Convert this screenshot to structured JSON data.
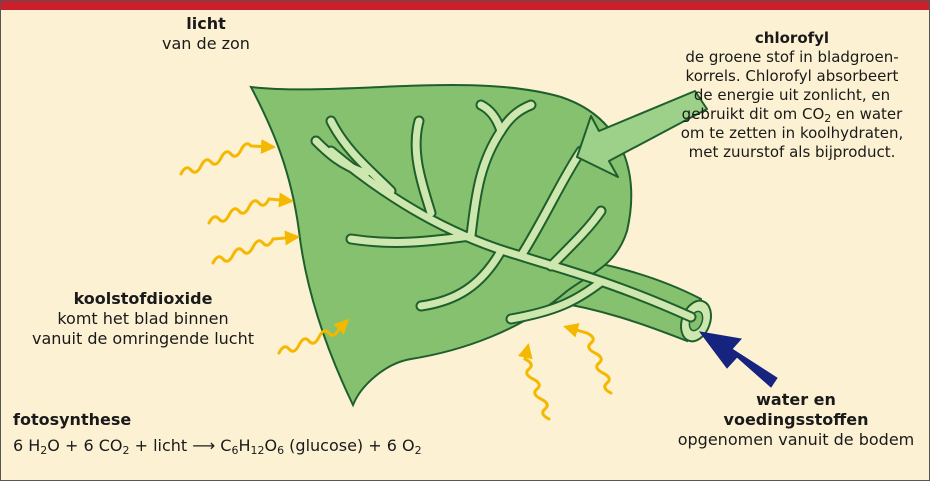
{
  "labels": {
    "licht": {
      "title": "licht",
      "text": "van de zon"
    },
    "chlorofyl": {
      "title": "chlorofyl",
      "lines": [
        "de groene stof in bladgroen-",
        "korrels. Chlorofyl absorbeert",
        "de energie uit zonlicht, en",
        "gebruikt dit om CO",
        "om te zetten in koolhydraten,",
        "met zuurstof als bijproduct."
      ],
      "line4_sub": "2",
      "line4_rest": " en water"
    },
    "koolstofdioxide": {
      "title": "koolstofdioxide",
      "lines": [
        "komt het blad binnen",
        "vanuit de omringende lucht"
      ]
    },
    "water": {
      "title_line1": "water en",
      "title_line2": "voedingsstoffen",
      "text": "opgenomen vanuit de bodem"
    },
    "fotosynthese": {
      "title": "fotosynthese",
      "eq": {
        "p1": "6 H",
        "s1": "2",
        "p2": "O + 6 CO",
        "s2": "2",
        "p3": " + licht ⟶ C",
        "s3": "6",
        "p4": "H",
        "s4": "12",
        "p5": "O",
        "s5": "6",
        "p6": " (glucose) + 6 O",
        "s6": "2"
      }
    }
  },
  "colors": {
    "background": "#FCF1D2",
    "top_bar": "#CC1F2B",
    "leaf_fill": "#86C16F",
    "vein_fill": "#CDE7AE",
    "outline": "#1F5F2D",
    "sun_arrows": "#F5B800",
    "water_arrow": "#16237F"
  }
}
